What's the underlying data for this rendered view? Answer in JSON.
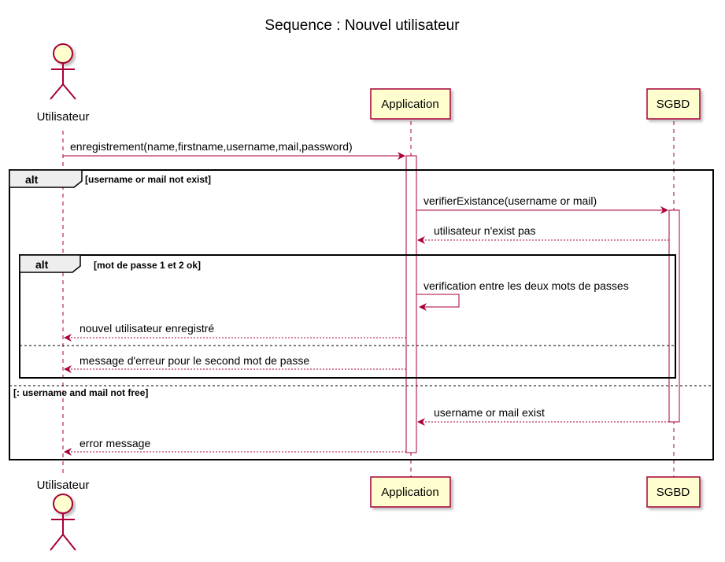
{
  "title": "Sequence : Nouvel utilisateur",
  "colors": {
    "arrow": "#A80036",
    "participant_fill": "#FEFECE",
    "participant_stroke": "#A80036",
    "frame_stroke": "#000000",
    "frame_tab_fill": "#EEEEEE",
    "lifeline": "#A80036",
    "activation_fill": "#FFFFFF"
  },
  "participants": {
    "user": {
      "label": "Utilisateur",
      "kind": "actor"
    },
    "app": {
      "label": "Application",
      "kind": "participant"
    },
    "db": {
      "label": "SGBD",
      "kind": "participant"
    }
  },
  "frames": {
    "outer": {
      "keyword": "alt",
      "guard": "[username or mail not exist]",
      "else_guard": "[: username and mail not free]"
    },
    "inner": {
      "keyword": "alt",
      "guard": "[mot de passe 1 et 2 ok]"
    }
  },
  "messages": [
    {
      "from": "user",
      "to": "app",
      "label": "enregistrement(name,firstname,username,mail,password)",
      "kind": "sync"
    },
    {
      "from": "app",
      "to": "db",
      "label": "verifierExistance(username or mail)",
      "kind": "sync"
    },
    {
      "from": "db",
      "to": "app",
      "label": "utilisateur n'exist pas",
      "kind": "return"
    },
    {
      "from": "app",
      "to": "app",
      "label": "verification entre les deux mots de passes",
      "kind": "self"
    },
    {
      "from": "app",
      "to": "user",
      "label": "nouvel utilisateur enregistré",
      "kind": "return"
    },
    {
      "from": "app",
      "to": "user",
      "label": "message d'erreur pour le second mot de passe",
      "kind": "return"
    },
    {
      "from": "db",
      "to": "app",
      "label": "username or mail exist",
      "kind": "return"
    },
    {
      "from": "app",
      "to": "user",
      "label": "error message",
      "kind": "return"
    }
  ]
}
